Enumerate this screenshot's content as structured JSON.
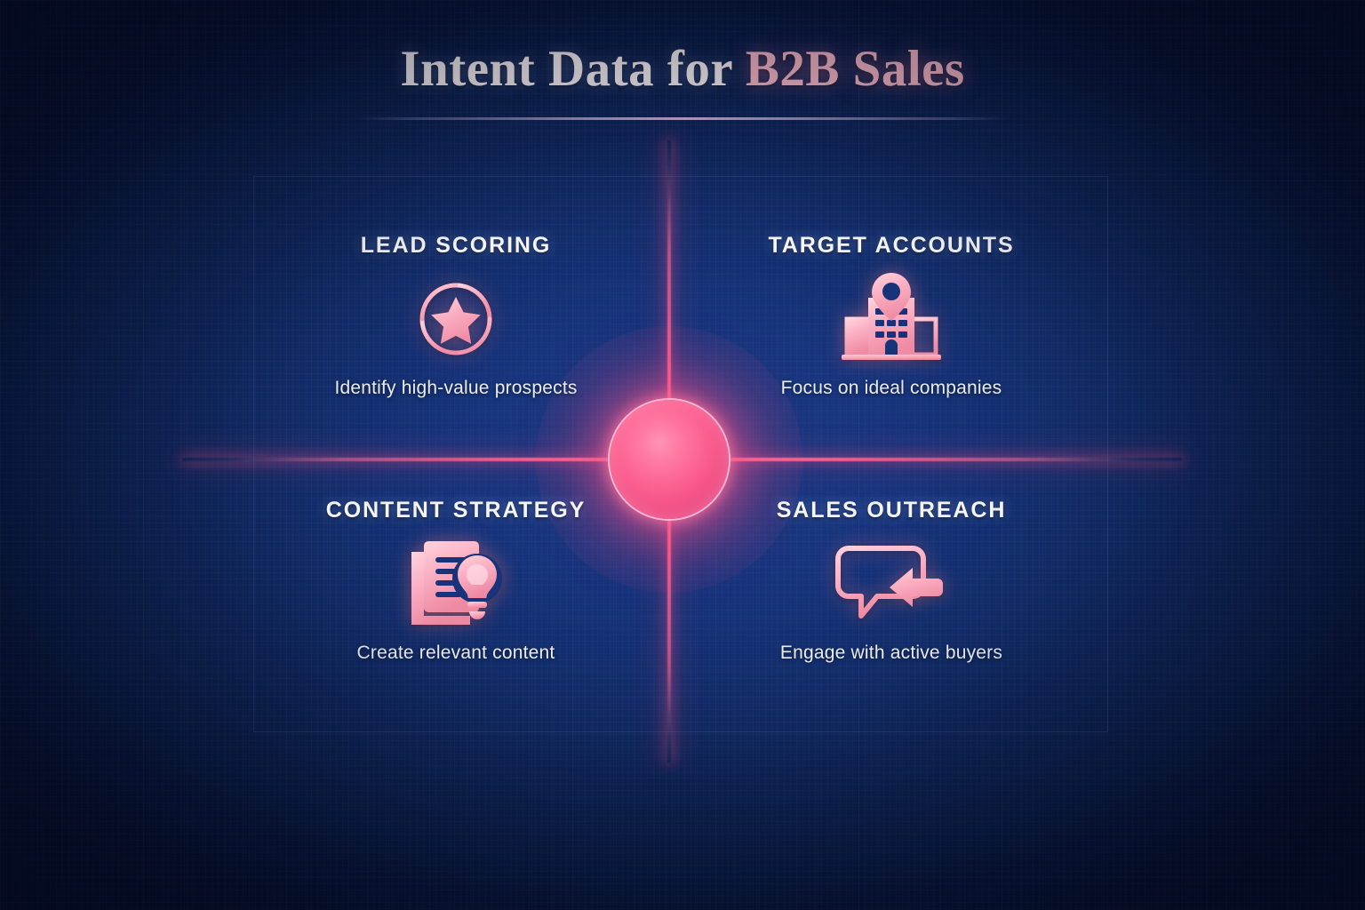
{
  "title": {
    "main": "Intent Data for ",
    "accent": "B2B Sales",
    "full": "Intent Data for B2B Sales"
  },
  "colors": {
    "background_dark": "#060f2e",
    "background_center": "#1d3b85",
    "accent_pink": "#ff6f9c",
    "orb_core": "#ff94b4",
    "title_main": "#f6eef0",
    "title_accent": "#f7b6c4",
    "icon_pink": "#f9aec0",
    "caption_text": "#e9ecf4"
  },
  "center": {
    "orb_name": "intent-data-core-orb"
  },
  "quadrants": [
    {
      "id": "lead-scoring",
      "title": "LEAD SCORING",
      "caption": "Identify high-value prospects",
      "icon": "target-star-icon",
      "position": "top-left"
    },
    {
      "id": "target-accounts",
      "title": "TARGET ACCOUNTS",
      "caption": "Focus on ideal companies",
      "icon": "buildings-location-pin-icon",
      "position": "top-right"
    },
    {
      "id": "content-strategy",
      "title": "CONTENT STRATEGY",
      "caption": "Create relevant content",
      "icon": "document-lightbulb-icon",
      "position": "bottom-left"
    },
    {
      "id": "sales-outreach",
      "title": "SALES OUTREACH",
      "caption": "Engage with active buyers",
      "icon": "speech-bubble-arrow-icon",
      "position": "bottom-right"
    }
  ]
}
